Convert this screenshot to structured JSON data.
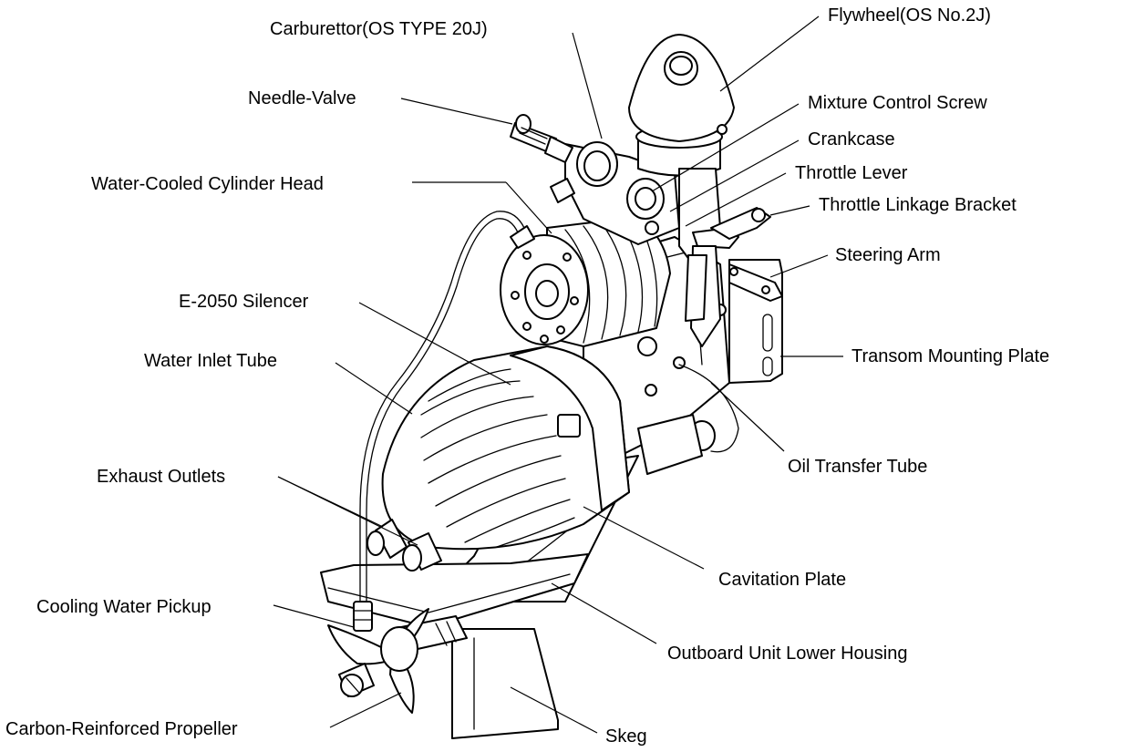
{
  "figure": {
    "subject": "outboard-motor",
    "background": "#ffffff",
    "line_color": "#000000"
  },
  "labels": {
    "carburettor": "Carburettor(OS TYPE 20J)",
    "flywheel": "Flywheel(OS No.2J)",
    "needle_valve": "Needle-Valve",
    "mixture_screw": "Mixture Control Screw",
    "crankcase": "Crankcase",
    "throttle_lever": "Throttle Lever",
    "cylinder_head": "Water-Cooled Cylinder Head",
    "linkage_bracket": "Throttle Linkage Bracket",
    "steering_arm": "Steering Arm",
    "silencer": "E-2050 Silencer",
    "transom_plate": "Transom Mounting Plate",
    "water_inlet": "Water Inlet Tube",
    "oil_tube": "Oil Transfer Tube",
    "exhaust": "Exhaust Outlets",
    "cavitation": "Cavitation Plate",
    "pickup": "Cooling Water Pickup",
    "lower_housing": "Outboard Unit Lower Housing",
    "propeller": "Carbon-Reinforced Propeller",
    "skeg": "Skeg"
  }
}
